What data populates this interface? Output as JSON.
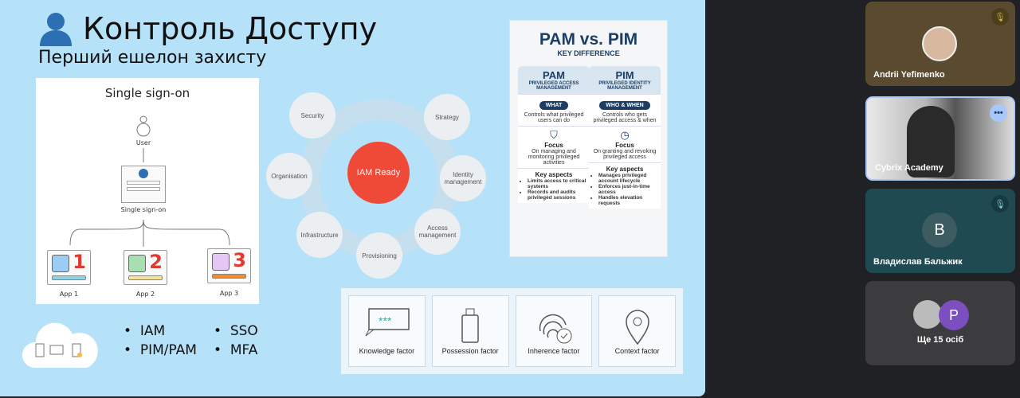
{
  "slide": {
    "title": "Контроль Доступу",
    "subtitle": "Перший ешелон захисту",
    "sso": {
      "heading": "Single sign-on",
      "user": "User",
      "box_label": "Single sign-on",
      "apps": [
        {
          "label": "App 1",
          "num": "1",
          "color": "#9ccbf3",
          "bar": "#8fd4e6"
        },
        {
          "label": "App 2",
          "num": "2",
          "color": "#a8dfb0",
          "bar": "#f6e39a"
        },
        {
          "label": "App 3",
          "num": "3",
          "color": "#e6c6f4",
          "bar": "#f08a2b"
        }
      ]
    },
    "iam_cycle": {
      "center": "IAM Ready",
      "items": [
        "Security",
        "Strategy",
        "Organisation",
        "Identity management",
        "Infrastructure",
        "Access management",
        "Provisioning"
      ]
    },
    "pam": {
      "title": "PAM vs. PIM",
      "subtitle": "KEY DIFFERENCE",
      "columns": [
        {
          "name": "PAM",
          "full": "PRIVILEGED ACCESS MANAGEMENT",
          "pill": "WHAT",
          "what": "Controls what privileged users can do",
          "focus_label": "Focus",
          "focus": "On managing and monitoring privileged activities",
          "aspects_label": "Key aspects",
          "aspects": [
            "Limits access to critical systems",
            "Records and audits privileged sessions"
          ]
        },
        {
          "name": "PIM",
          "full": "PRIVILEGED IDENTITY MANAGEMENT",
          "pill": "WHO & WHEN",
          "what": "Controls who gets privileged access & when",
          "focus_label": "Focus",
          "focus": "On granting and revoking privileged access",
          "aspects_label": "Key aspects",
          "aspects": [
            "Manages privileged account lifecycle",
            "Enforces just-in-time access",
            "Handles elevation requests"
          ]
        }
      ]
    },
    "factors": [
      "Knowledge factor",
      "Possession factor",
      "Inherence factor",
      "Context factor"
    ],
    "factor_password": "***",
    "bullets": [
      "IAM",
      "SSO",
      "PIM/PAM",
      "MFA"
    ]
  },
  "participants": [
    {
      "name": "Andrii Yefimenko",
      "muted": true
    },
    {
      "name": "Cybrix Academy",
      "muted": false
    },
    {
      "name": "Владислав Бальжик",
      "initial": "B",
      "muted": true
    },
    {
      "initial": "P",
      "more_label": "Ще 15 осіб"
    }
  ]
}
